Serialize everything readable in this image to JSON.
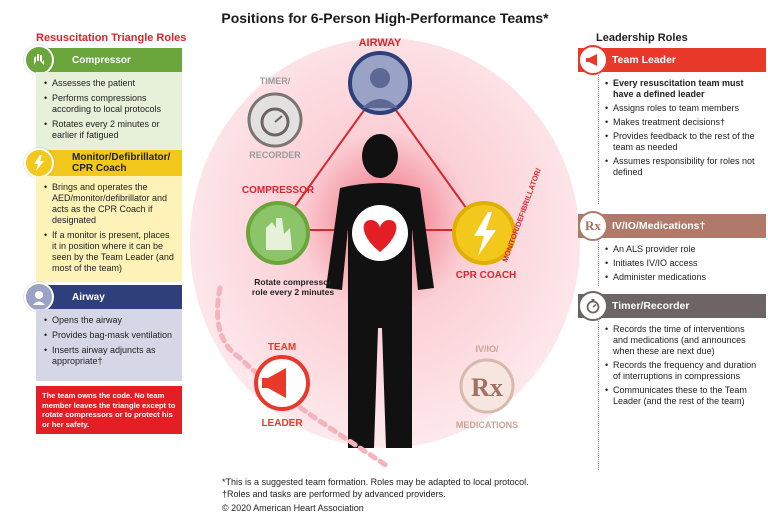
{
  "title": "Positions for 6-Person High-Performance Teams*",
  "left": {
    "heading": "Resuscitation Triangle Roles",
    "roles": [
      {
        "name": "Compressor",
        "color": "#6aa63b",
        "box_color": "#e7f0d9",
        "icon": "hands-icon",
        "items": [
          "Assesses the patient",
          "Performs compressions according to local protocols",
          "Rotates every 2 minutes or earlier if fatigued"
        ]
      },
      {
        "name": "Monitor/Defibrillator/ CPR Coach",
        "color": "#f3c81c",
        "box_color": "#fdf3b8",
        "icon": "lightning-icon",
        "items": [
          "Brings and operates the AED/monitor/defibrillator and acts as the CPR Coach if designated",
          "If a monitor is present, places it in position where it can be seen by the Team Leader (and most of the team)"
        ]
      },
      {
        "name": "Airway",
        "color": "#2e3f7a",
        "box_color": "#d5d7e6",
        "icon": "face-mask-icon",
        "items": [
          "Opens the airway",
          "Provides bag-mask ventilation",
          "Inserts airway adjuncts as appropriate†"
        ]
      }
    ],
    "warning": "The team owns the code. No team member leaves the triangle except to rotate compressors or to protect his or her safety."
  },
  "right": {
    "heading": "Leadership Roles",
    "roles": [
      {
        "name": "Team Leader",
        "color": "#e8392b",
        "icon": "megaphone-icon",
        "items": [
          "Every resuscitation team must have a defined leader",
          "Assigns roles to team members",
          "Makes treatment decisions†",
          "Provides feedback to the rest of the team as needed",
          "Assumes responsibility for roles not defined"
        ]
      },
      {
        "name": "IV/IO/Medications†",
        "color": "#b07a6a",
        "icon": "rx-icon",
        "icon_text": "Rx",
        "items": [
          "An ALS provider role",
          "Initiates IV/IO access",
          "Administer medications"
        ]
      },
      {
        "name": "Timer/Recorder",
        "color": "#6c6563",
        "icon": "stopwatch-icon",
        "items": [
          "Records the time of interventions and medications (and announces when these are next due)",
          "Records the frequency and duration of interruptions in compressions",
          "Communicates these to the Team Leader (and the rest of the team)"
        ]
      }
    ]
  },
  "center": {
    "airway_label": "AIRWAY",
    "timer_label_top": "TIMER/",
    "timer_label_bottom": "RECORDER",
    "compressor_label": "COMPRESSOR",
    "monitor_label_top": "MONITOR/DEFIBRILLATOR/",
    "monitor_label_bottom": "CPR COACH",
    "leader_label_top": "TEAM",
    "leader_label_bottom": "LEADER",
    "meds_label_top": "IV/IO/",
    "meds_label_bottom": "MEDICATIONS",
    "meds_icon_text": "Rx",
    "rotate_note": "Rotate compressor role every 2 minutes"
  },
  "footer": {
    "note1": "*This is a suggested team formation. Roles may be adapted to local protocol.",
    "note2": "†Roles and tasks are performed by advanced providers.",
    "copyright": "© 2020 American Heart Association"
  }
}
